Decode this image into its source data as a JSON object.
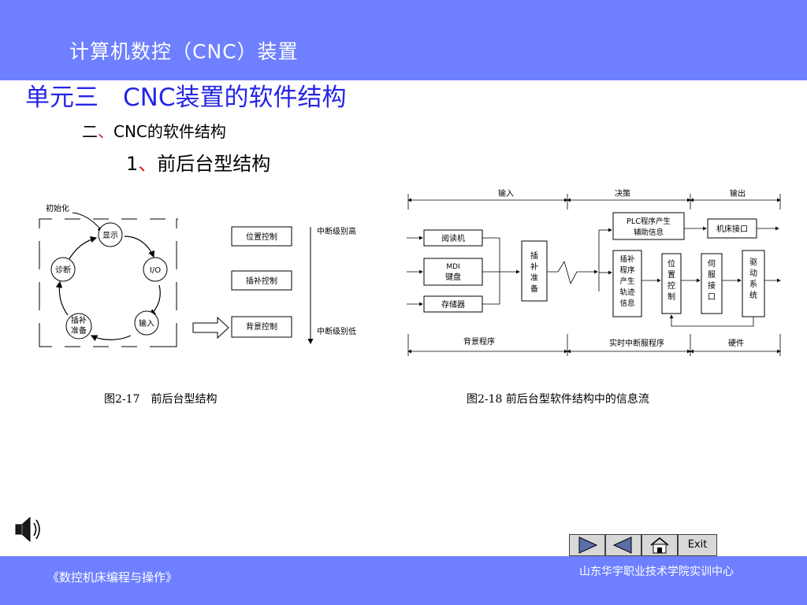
{
  "header": {
    "title": "计算机数控（CNC）装置"
  },
  "unit_title": "单元三　CNC装置的软件结构",
  "section": {
    "prefix": "二",
    "mark": "、",
    "text": "CNC的软件结构"
  },
  "subsection": {
    "prefix": "1",
    "mark": "、",
    "text": "前后台型结构"
  },
  "fig17": {
    "init": "初始化",
    "display": "显示",
    "io": "I/O",
    "diagnose": "诊断",
    "interp_prep_1": "插补",
    "interp_prep_2": "准备",
    "input": "输入",
    "pos_ctrl": "位置控制",
    "interp_ctrl": "插补控制",
    "bg_ctrl": "背景控制",
    "level_high": "中断级别高",
    "level_low": "中断级别低",
    "caption": "图2-17　前后台型结构"
  },
  "fig18": {
    "top_input": "输入",
    "top_decision": "决策",
    "top_output": "输出",
    "reader": "阅读机",
    "mdi_1": "MDI",
    "mdi_2": "键盘",
    "storage": "存储器",
    "interp_prep": [
      "插",
      "补",
      "准",
      "备"
    ],
    "plc_1": "PLC程序产生",
    "plc_2": "辅助信息",
    "machine_if": "机床接口",
    "traj": [
      "插补",
      "程序",
      "产生",
      "轨迹",
      "信息"
    ],
    "pos": [
      "位",
      "置",
      "控",
      "制"
    ],
    "servo": [
      "伺",
      "服",
      "接",
      "口"
    ],
    "drive": [
      "驱",
      "动",
      "系",
      "统"
    ],
    "bottom_bg": "背景程序",
    "bottom_rt": "实时中断服程序",
    "bottom_hw": "硬件",
    "caption": "图2-18 前后台型软件结构中的信息流"
  },
  "nav": {
    "exit_label": "Exit"
  },
  "footer": {
    "left": "《数控机床编程与操作》",
    "right": "山东华宇职业技术学院实训中心"
  },
  "colors": {
    "band": "#6e80ff",
    "title_blue": "#2525e6",
    "accent_red": "#e02020"
  }
}
